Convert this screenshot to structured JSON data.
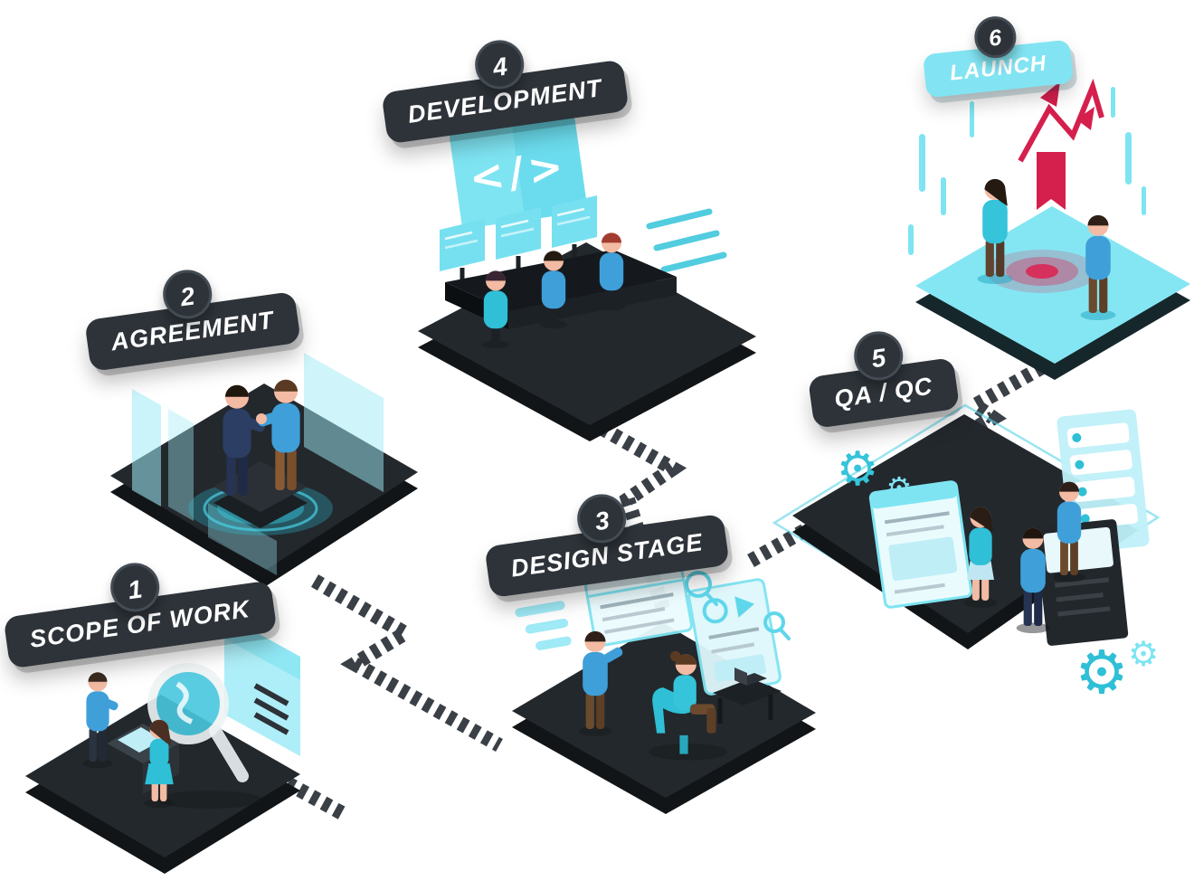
{
  "diagram": {
    "type": "process-flow",
    "steps": [
      {
        "number": "1",
        "label": "SCOPE OF WORK"
      },
      {
        "number": "2",
        "label": "AGREEMENT"
      },
      {
        "number": "3",
        "label": "DESIGN STAGE"
      },
      {
        "number": "4",
        "label": "DEVELOPMENT"
      },
      {
        "number": "5",
        "label": "QA / QC"
      },
      {
        "number": "6",
        "label": "LAUNCH"
      }
    ],
    "code_glyph": "</>",
    "icons": {
      "gear": "⚙"
    },
    "colors": {
      "badge_dark": "#2d3339",
      "platform_dark": "#23282d",
      "accent_cyan": "#7ee4f2",
      "accent_teal": "#2fbfd6",
      "accent_blue": "#3f9fd9",
      "accent_red": "#dd2150",
      "text": "#ffffff",
      "background": "#ffffff"
    }
  }
}
